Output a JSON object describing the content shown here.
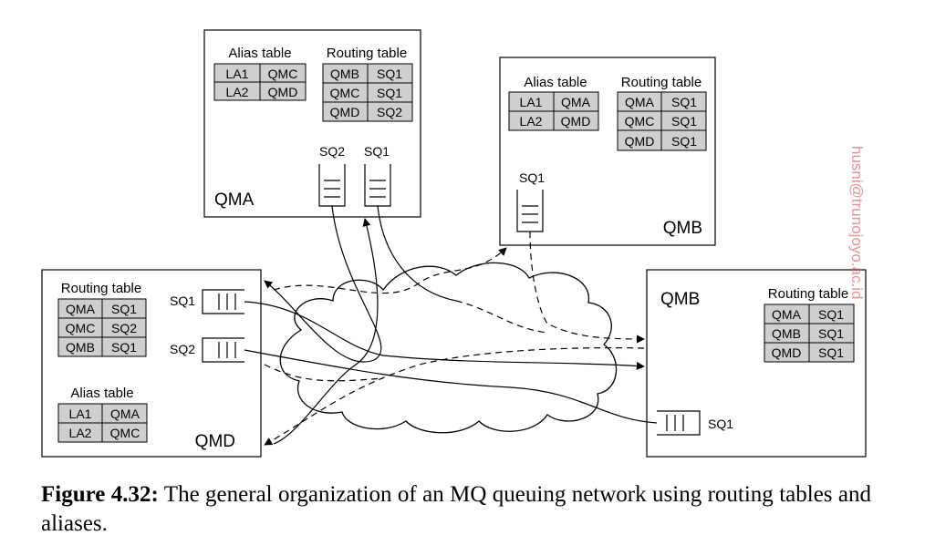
{
  "figure": {
    "caption_label": "Figure 4.32:",
    "caption_text": "The general organization of an MQ queuing network using routing tables and aliases.",
    "watermark": "husni@trunojoyo.ac.id",
    "colors": {
      "cell_fill": "#cfcfcf",
      "line": "#000000",
      "watermark": "#e07070"
    }
  },
  "qma": {
    "name": "QMA",
    "alias_title": "Alias table",
    "alias_rows": [
      [
        "LA1",
        "QMC"
      ],
      [
        "LA2",
        "QMD"
      ]
    ],
    "routing_title": "Routing table",
    "routing_rows": [
      [
        "QMB",
        "SQ1"
      ],
      [
        "QMC",
        "SQ1"
      ],
      [
        "QMD",
        "SQ2"
      ]
    ],
    "queue_labels": [
      "SQ2",
      "SQ1"
    ]
  },
  "qmb_top": {
    "name": "QMB",
    "alias_title": "Alias table",
    "alias_rows": [
      [
        "LA1",
        "QMA"
      ],
      [
        "LA2",
        "QMD"
      ]
    ],
    "routing_title": "Routing table",
    "routing_rows": [
      [
        "QMA",
        "SQ1"
      ],
      [
        "QMC",
        "SQ1"
      ],
      [
        "QMD",
        "SQ1"
      ]
    ],
    "queue_labels": [
      "SQ1"
    ]
  },
  "qmd": {
    "name": "QMD",
    "routing_title": "Routing table",
    "routing_rows": [
      [
        "QMA",
        "SQ1"
      ],
      [
        "QMC",
        "SQ2"
      ],
      [
        "QMB",
        "SQ1"
      ]
    ],
    "alias_title": "Alias table",
    "alias_rows": [
      [
        "LA1",
        "QMA"
      ],
      [
        "LA2",
        "QMC"
      ]
    ],
    "queue_labels": [
      "SQ1",
      "SQ2"
    ]
  },
  "qmb_right": {
    "name": "QMB",
    "routing_title": "Routing table",
    "routing_rows": [
      [
        "QMA",
        "SQ1"
      ],
      [
        "QMB",
        "SQ1"
      ],
      [
        "QMD",
        "SQ1"
      ]
    ],
    "queue_labels": [
      "SQ1"
    ]
  }
}
